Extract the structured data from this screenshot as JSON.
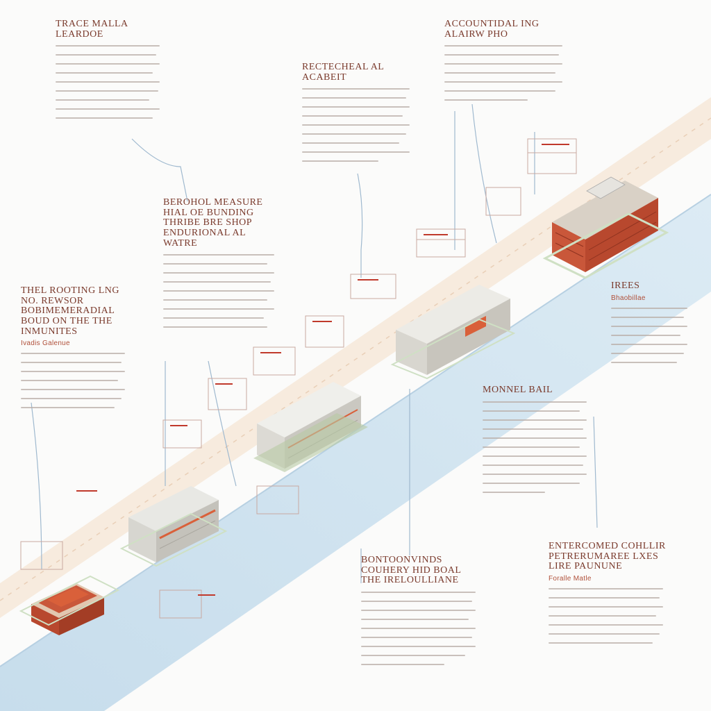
{
  "colors": {
    "background": "#fbfbfa",
    "river": "#cfe3ef",
    "road": "#f6e7d8",
    "brick": "#b8482e",
    "accent_orange": "#d9603a",
    "heading_text": "#7a3a2c",
    "leader_line": "#9fb9cf"
  },
  "notes": [
    {
      "id": "trade-map-legend",
      "heading": "TRACE MALLA LEARDOE",
      "sub": ""
    },
    {
      "id": "accountial-ing-alairw",
      "heading": "ACCOUNTIDAL ING ALAIRW PHO",
      "sub": ""
    },
    {
      "id": "rectecheal-acabeit",
      "heading": "RECTECHEAL AL ACABEIT",
      "sub": ""
    },
    {
      "id": "berohol-measure",
      "heading": "BEROHOL MEASURE HIAL OE BUNDING THRIBE BRE SHOP ENDURIONAL AL WATRE",
      "sub": ""
    },
    {
      "id": "the-rooting",
      "heading": "THEL ROOTING LNG NO. REWSOR BOBIMEMERADIAL BOUD ON THE THE INMUNITES",
      "sub": "Ivadis Galenue"
    },
    {
      "id": "irees",
      "heading": "IREES",
      "sub": "Bhaobillae"
    },
    {
      "id": "monnel-bail",
      "heading": "MONNEL BAIL",
      "sub": ""
    },
    {
      "id": "entrecomed-cohllir",
      "heading": "ENTERCOMED COHLLIR PETRERUMAREE LXES LIRE PAUNUNE",
      "sub": "Foralle Matle"
    },
    {
      "id": "bontoonvinds",
      "heading": "BONTOONVINDS COUHERY HID BOAL THE Ireloulliane",
      "sub": ""
    }
  ],
  "buildings": [
    {
      "id": "building-1",
      "name": "corner-brick-block"
    },
    {
      "id": "building-2",
      "name": "white-office-block"
    },
    {
      "id": "building-3",
      "name": "tall-white-tower"
    },
    {
      "id": "building-4",
      "name": "low-flat-hall"
    },
    {
      "id": "building-5",
      "name": "red-brick-factory"
    }
  ]
}
